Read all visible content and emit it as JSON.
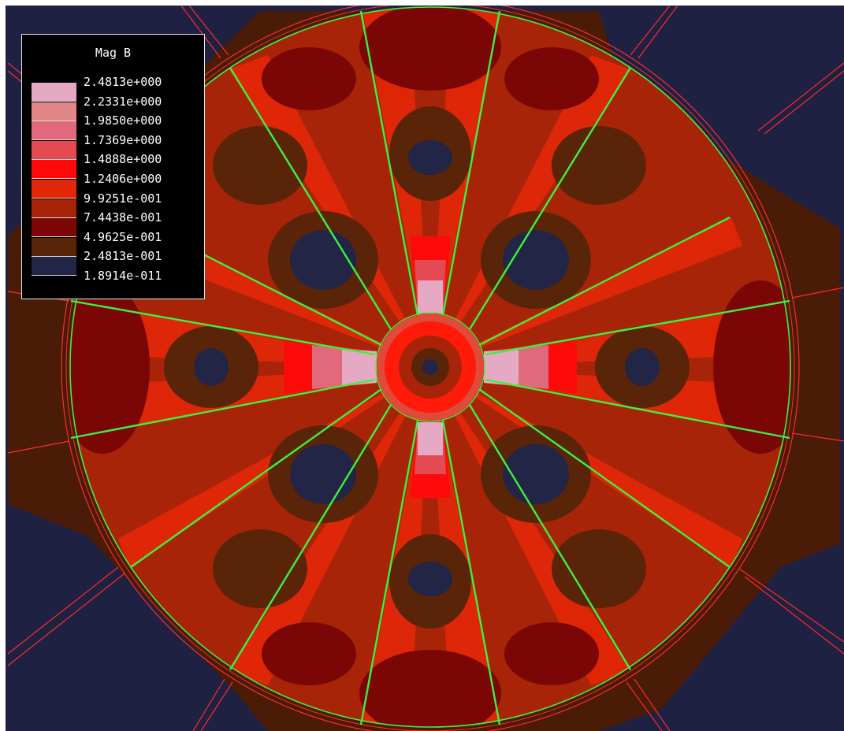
{
  "legend": {
    "title": "Mag B",
    "entries": [
      {
        "label": "2.4813e+000",
        "color": "#e6a9c4"
      },
      {
        "label": "2.2331e+000",
        "color": "#df8787"
      },
      {
        "label": "1.9850e+000",
        "color": "#e06a7c"
      },
      {
        "label": "1.7369e+000",
        "color": "#e44a52"
      },
      {
        "label": "1.4888e+000",
        "color": "#ff0a0a"
      },
      {
        "label": "1.2406e+000",
        "color": "#e12808"
      },
      {
        "label": "9.9251e-001",
        "color": "#a82408"
      },
      {
        "label": "7.4438e-001",
        "color": "#7a0606"
      },
      {
        "label": "4.9625e-001",
        "color": "#5a2408"
      },
      {
        "label": "2.4813e-001",
        "color": "#222545"
      },
      {
        "label": "1.8914e-011",
        "color": ""
      }
    ]
  },
  "colors": {
    "background": "#1f2142",
    "outline_green": "#3cf23c",
    "outline_red": "#ff2a2a"
  }
}
